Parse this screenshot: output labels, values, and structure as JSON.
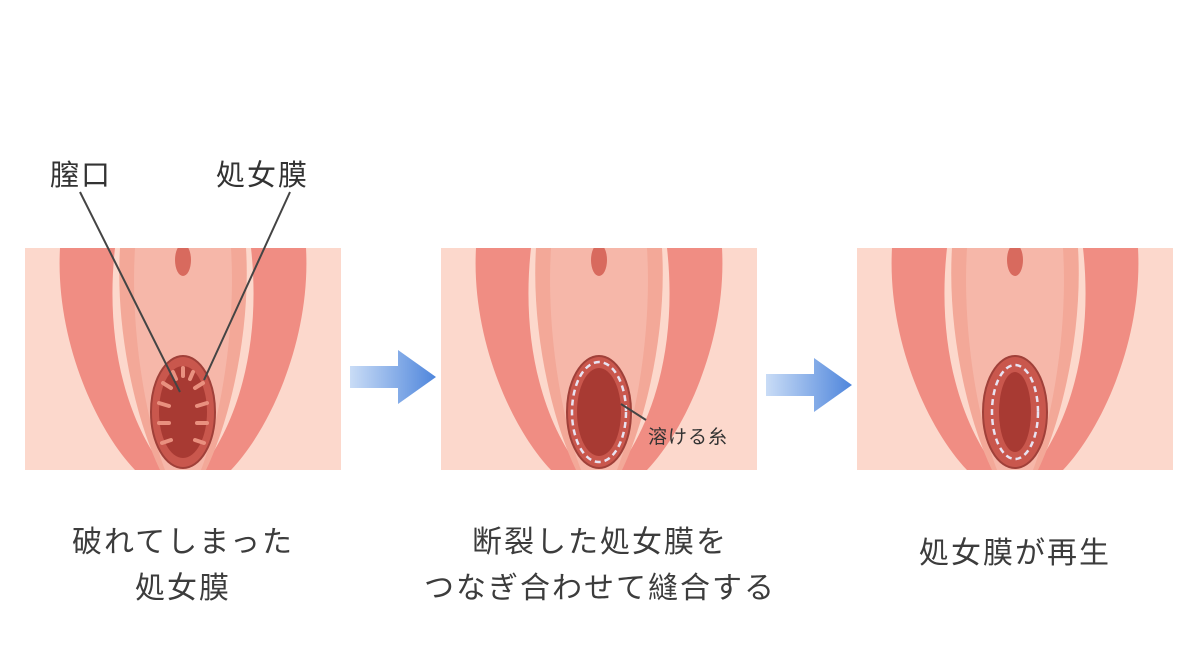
{
  "labels": {
    "vaginal_opening": "膣口",
    "hymen": "処女膜",
    "dissolving_thread": "溶ける糸"
  },
  "captions": {
    "step1_line1": "破れてしまった",
    "step1_line2": "処女膜",
    "step2_line1": "断裂した処女膜を",
    "step2_line2": "つなぎ合わせて縫合する",
    "step3": "処女膜が再生"
  },
  "colors": {
    "skin": "#fcd8cc",
    "labia_outer": "#ec7a70",
    "labia_inner": "#f3a898",
    "opening": "#b8473e",
    "arrow": "#4f86dc"
  }
}
